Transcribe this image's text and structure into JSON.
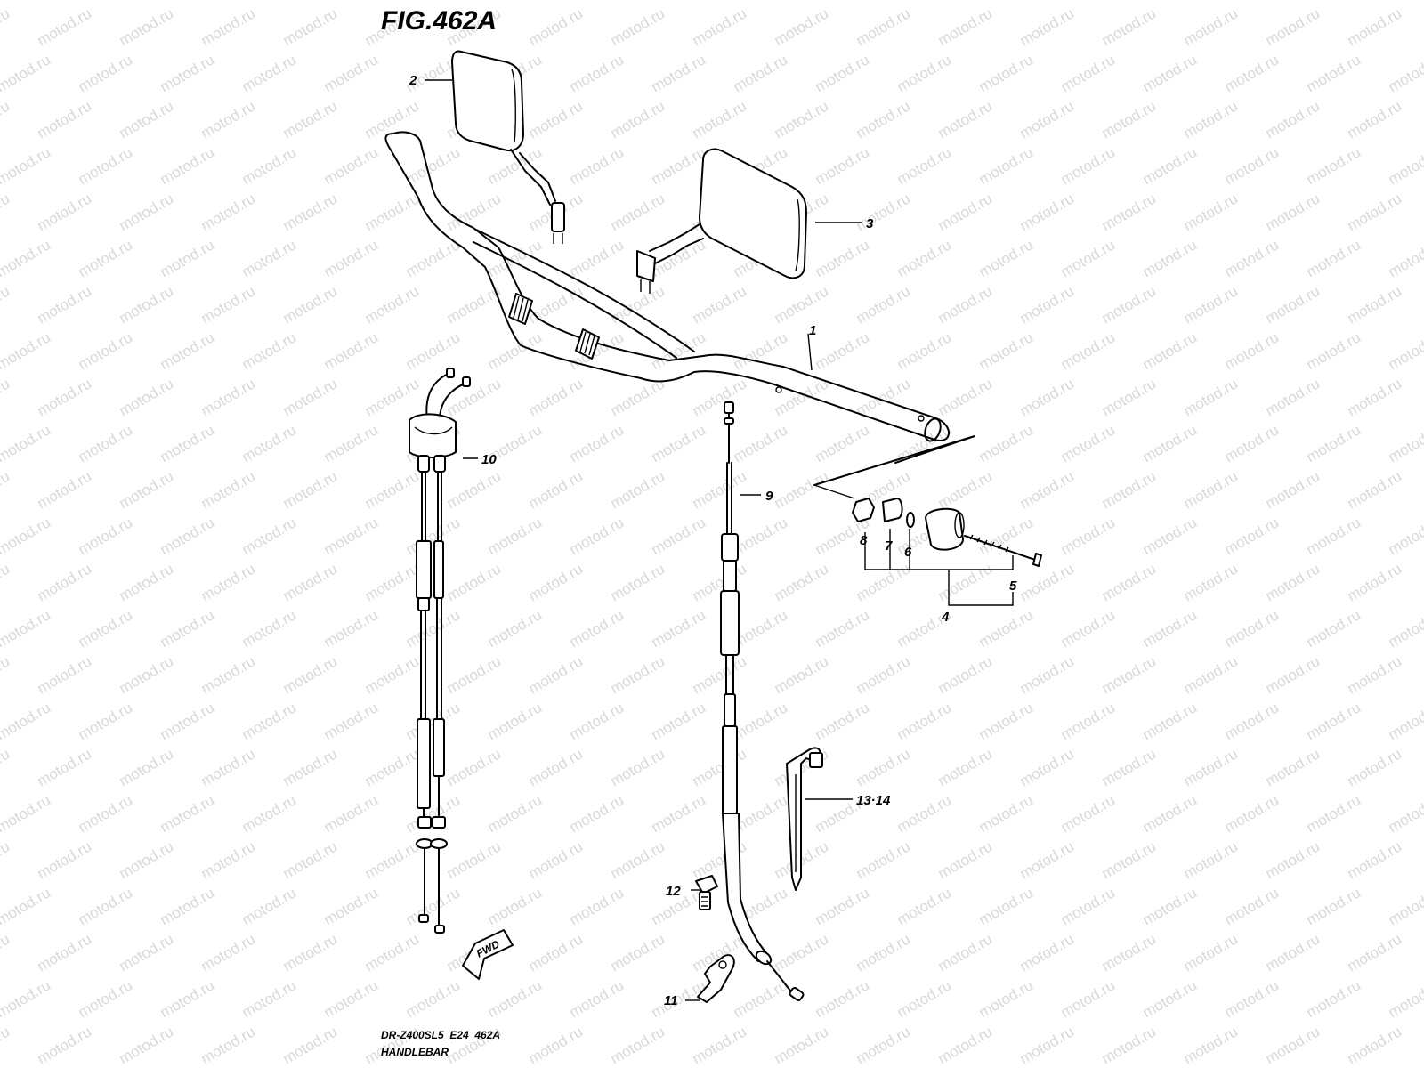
{
  "figure": {
    "title": "FIG.462A",
    "code": "DR-Z400SL5_E24_462A",
    "name": "HANDLEBAR",
    "fwd_label": "FWD"
  },
  "watermark": "motod.ru",
  "callouts": {
    "c1": "1",
    "c2": "2",
    "c3": "3",
    "c4": "4",
    "c5": "5",
    "c6": "6",
    "c7": "7",
    "c8": "8",
    "c9": "9",
    "c10": "10",
    "c11": "11",
    "c12": "12",
    "c13": "13·14"
  }
}
